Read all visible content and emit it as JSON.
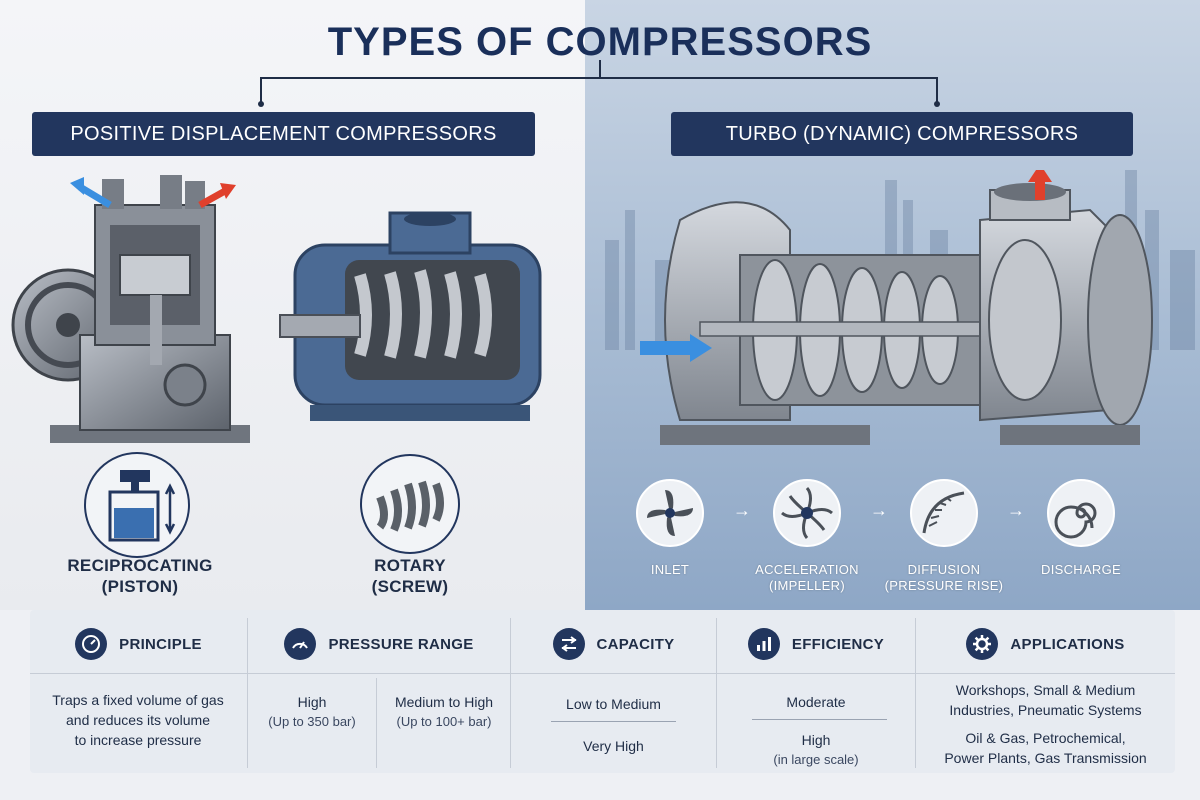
{
  "title": "TYPES OF COMPRESSORS",
  "sections": {
    "positive_displacement": "POSITIVE DISPLACEMENT COMPRESSORS",
    "turbo": "TURBO (DYNAMIC) COMPRESSORS"
  },
  "compressors": [
    {
      "line1": "RECIPROCATING",
      "line2": "(PISTON)",
      "icon": "piston-icon"
    },
    {
      "line1": "ROTARY",
      "line2": "(SCREW)",
      "icon": "screw-rotor-icon"
    }
  ],
  "turbo_stages": [
    {
      "line1": "INLET",
      "line2": "",
      "icon": "fan-inlet-icon"
    },
    {
      "line1": "ACCELERATION",
      "line2": "(IMPELLER)",
      "icon": "impeller-icon"
    },
    {
      "line1": "DIFFUSION",
      "line2": "(PRESSURE RISE)",
      "icon": "diffuser-icon"
    },
    {
      "line1": "DISCHARGE",
      "line2": "",
      "icon": "spiral-icon"
    }
  ],
  "table": {
    "principle": {
      "heading": "PRINCIPLE",
      "icon": "gauge-icon",
      "lines": [
        "Traps a fixed volume of gas",
        "and reduces its volume",
        "to increase pressure"
      ]
    },
    "pressure_range": {
      "heading": "PRESSURE RANGE",
      "icon": "speedometer-icon",
      "pd_value": "High",
      "pd_detail": "(Up to 350 bar)",
      "turbo_value": "Medium to High",
      "turbo_detail": "(Up to 100+ bar)"
    },
    "capacity": {
      "heading": "CAPACITY",
      "icon": "sliders-icon",
      "pd_value": "Low to Medium",
      "turbo_value": "Very High"
    },
    "efficiency": {
      "heading": "EFFICIENCY",
      "icon": "bar-chart-icon",
      "pd_value": "Moderate",
      "turbo_value": "High",
      "turbo_detail": "(in large scale)"
    },
    "applications": {
      "heading": "APPLICATIONS",
      "icon": "gear-icon",
      "pd_lines": [
        "Workshops, Small & Medium",
        "Industries, Pneumatic Systems"
      ],
      "turbo_lines": [
        "Oil & Gas, Petrochemical,",
        "Power Plants, Gas Transmission"
      ]
    }
  },
  "colors": {
    "navy": "#22365e",
    "title": "#1a2f5a",
    "steel": "#8a9099",
    "blue_casing": "#4b6a94",
    "flow_in": "#3a8fe0",
    "flow_out": "#e0402c"
  }
}
